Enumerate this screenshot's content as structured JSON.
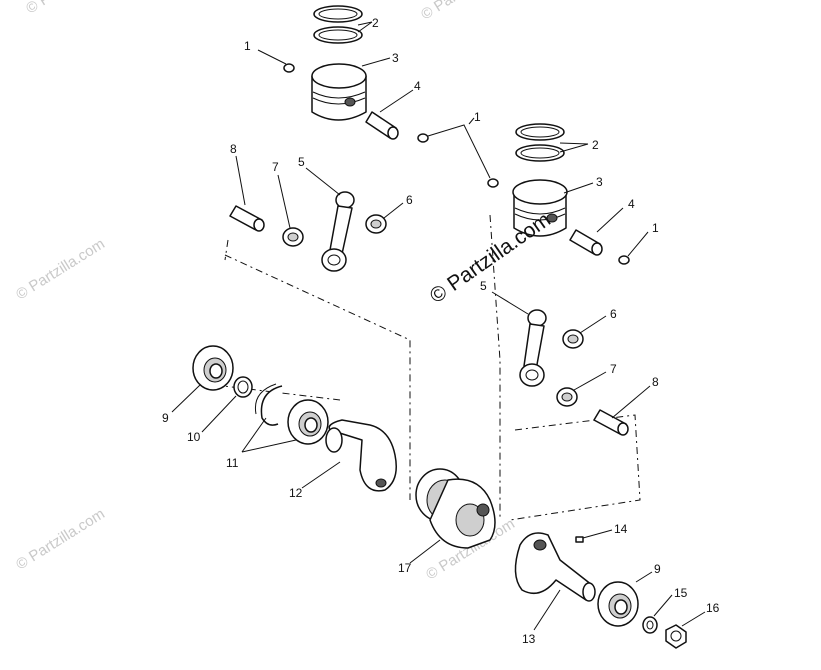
{
  "watermark": {
    "primary": "© Partzilla.com",
    "faint": "© Partzilla.com"
  },
  "callouts": {
    "c1a": "1",
    "c1b": "1",
    "c1c": "1",
    "c2a": "2",
    "c2b": "2",
    "c3a": "3",
    "c3b": "3",
    "c4a": "4",
    "c4b": "4",
    "c5a": "5",
    "c5b": "5",
    "c6a": "6",
    "c6b": "6",
    "c7a": "7",
    "c7b": "7",
    "c8a": "8",
    "c8b": "8",
    "c9a": "9",
    "c9b": "9",
    "c10": "10",
    "c11": "11",
    "c12": "12",
    "c13": "13",
    "c14": "14",
    "c15": "15",
    "c16": "16",
    "c17": "17"
  }
}
